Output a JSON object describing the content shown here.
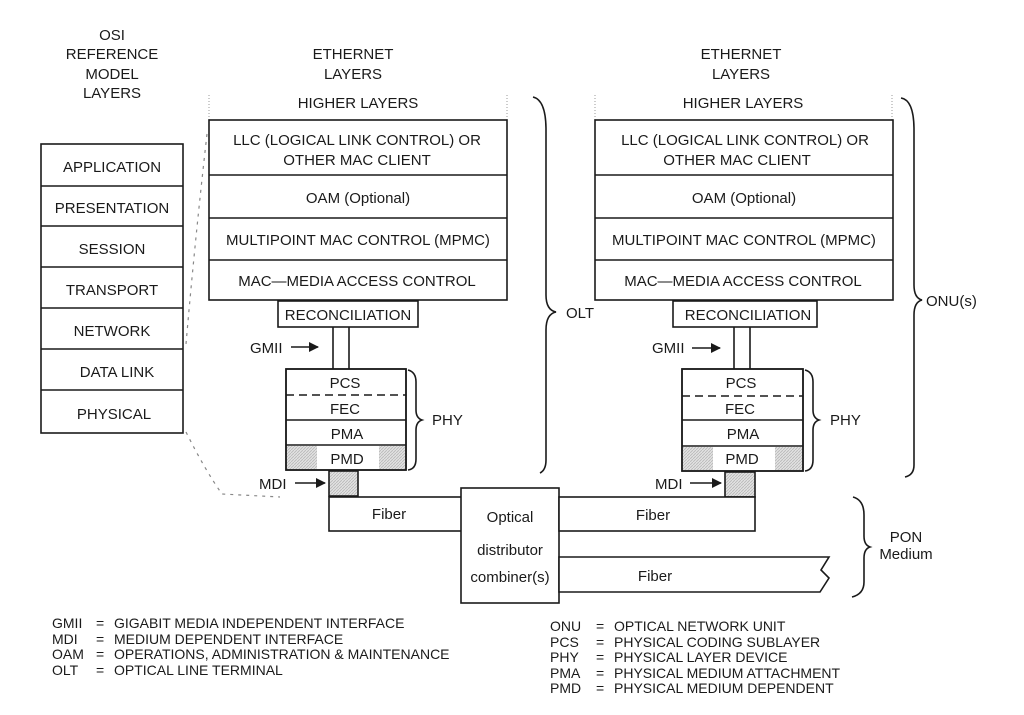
{
  "osi_column": {
    "title": [
      "OSI",
      "REFERENCE",
      "MODEL",
      "LAYERS"
    ],
    "layers": [
      "APPLICATION",
      "PRESENTATION",
      "SESSION",
      "TRANSPORT",
      "NETWORK",
      "DATA LINK",
      "PHYSICAL"
    ]
  },
  "olt_stack": {
    "title": [
      "ETHERNET",
      "LAYERS"
    ],
    "higher": "HIGHER LAYERS",
    "llc": [
      "LLC (LOGICAL LINK CONTROL) OR",
      "OTHER MAC CLIENT"
    ],
    "oam": "OAM (Optional)",
    "mpmc": "MULTIPOINT MAC CONTROL (MPMC)",
    "mac": "MAC—MEDIA ACCESS CONTROL",
    "reconciliation": "RECONCILIATION",
    "gmii": "GMII",
    "pcs": "PCS",
    "fec": "FEC",
    "pma": "PMA",
    "pmd": "PMD",
    "phy_brace": "PHY",
    "mdi": "MDI",
    "side_brace": "OLT"
  },
  "onu_stack": {
    "title": [
      "ETHERNET",
      "LAYERS"
    ],
    "higher": "HIGHER LAYERS",
    "llc": [
      "LLC (LOGICAL LINK CONTROL) OR",
      "OTHER MAC CLIENT"
    ],
    "oam": "OAM (Optional)",
    "mpmc": "MULTIPOINT MAC CONTROL (MPMC)",
    "mac": "MAC—MEDIA ACCESS CONTROL",
    "reconciliation": "RECONCILIATION",
    "gmii": "GMII",
    "pcs": "PCS",
    "fec": "FEC",
    "pma": "PMA",
    "pmd": "PMD",
    "phy_brace": "PHY",
    "mdi": "MDI",
    "side_brace": "ONU(s)"
  },
  "medium": {
    "fiber_left": "Fiber",
    "fiber_right_top": "Fiber",
    "fiber_right_bottom": "Fiber",
    "splitter": [
      "Optical",
      "distributor",
      "combiner(s)"
    ],
    "brace_label": [
      "PON",
      "Medium"
    ]
  },
  "legend_left": [
    {
      "abbr": "GMII",
      "eq": "=",
      "text": "GIGABIT MEDIA INDEPENDENT INTERFACE"
    },
    {
      "abbr": "MDI",
      "eq": "=",
      "text": "MEDIUM DEPENDENT INTERFACE"
    },
    {
      "abbr": "OAM",
      "eq": "=",
      "text": "OPERATIONS, ADMINISTRATION & MAINTENANCE"
    },
    {
      "abbr": "OLT",
      "eq": "=",
      "text": "OPTICAL LINE TERMINAL"
    }
  ],
  "legend_right": [
    {
      "abbr": "ONU",
      "eq": "=",
      "text": "OPTICAL NETWORK UNIT"
    },
    {
      "abbr": "PCS",
      "eq": "=",
      "text": "PHYSICAL CODING SUBLAYER"
    },
    {
      "abbr": "PHY",
      "eq": "=",
      "text": "PHYSICAL LAYER DEVICE"
    },
    {
      "abbr": "PMA",
      "eq": "=",
      "text": "PHYSICAL MEDIUM ATTACHMENT"
    },
    {
      "abbr": "PMD",
      "eq": "=",
      "text": "PHYSICAL MEDIUM DEPENDENT"
    }
  ]
}
